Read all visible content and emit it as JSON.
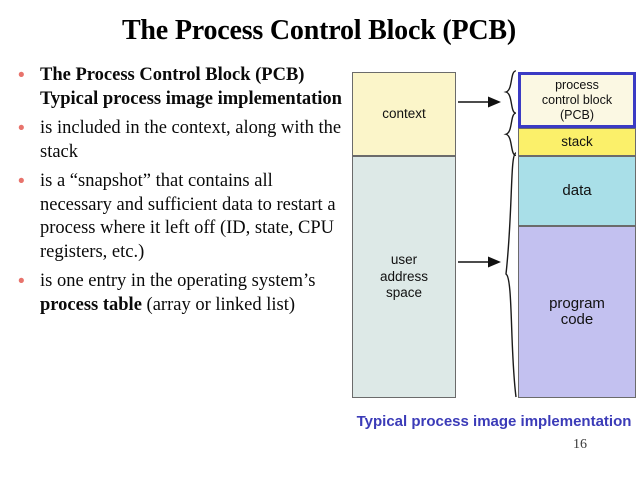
{
  "slide": {
    "title": "The Process Control Block (PCB)",
    "page_number": "16",
    "bullet_glyph": "•",
    "bullet_color": "#e8736c"
  },
  "bullets": [
    {
      "text": "The Process Control Block (PCB) Typical process image implementation",
      "bold": true
    },
    {
      "text": "is included in the context, along with the stack",
      "bold": false
    },
    {
      "text": "is a “snapshot” that contains all necessary and sufficient data to restart a process where it left off (ID, state, CPU registers, etc.)",
      "bold": false
    },
    {
      "lead": "is one entry in the operating system’s ",
      "emphasis": "process table",
      "tail": " (array or linked list)",
      "bold": false
    }
  ],
  "diagram": {
    "caption": "Typical process image implementation",
    "caption_color": "#3b3bb8",
    "left_column": [
      {
        "label": "context",
        "color": "#fbf5c9"
      },
      {
        "label": "user\naddress\nspace",
        "line1": "user",
        "line2": "address",
        "line3": "space",
        "color": "#dde9e7"
      }
    ],
    "right_column": [
      {
        "label": "process control block (PCB)",
        "line1": "process",
        "line2": "control block",
        "line3": "(PCB)",
        "color": "#fbf8e3",
        "border_color": "#3b3bc4"
      },
      {
        "label": "stack",
        "color": "#fbf06a"
      },
      {
        "label": "data",
        "color": "#a9dfe8"
      },
      {
        "label": "program code",
        "line1": "program",
        "line2": "code",
        "color": "#c3c1f0"
      }
    ],
    "connectors": [
      {
        "name": "context-to-pcb-stack",
        "type": "arrow-brace"
      },
      {
        "name": "user-space-to-data-code",
        "type": "arrow-brace"
      }
    ]
  }
}
